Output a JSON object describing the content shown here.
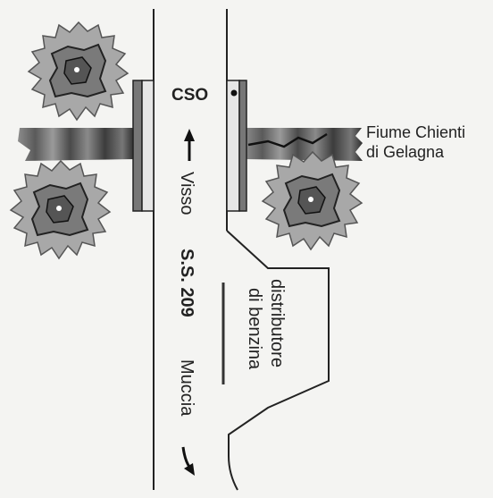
{
  "labels": {
    "station": "CSO",
    "river_line1": "Fiume Chienti",
    "river_line2": "di Gelagna",
    "road_number": "S.S. 209",
    "town_north": "Visso",
    "town_south": "Muccia",
    "fuel_line1": "distributore",
    "fuel_line2": "di benzina"
  },
  "icons": {
    "north_arrow": "arrow-up-icon",
    "south_arrow": "arrow-down-right-icon",
    "tree": "tree-canopy-icon",
    "station_marker": "dot-icon"
  },
  "colors": {
    "background": "#f4f4f2",
    "road_line": "#222222",
    "river_dark": "#3a3a3a",
    "river_mid": "#7a7a7a",
    "tree_leaf": "#9a9a9a",
    "bridge_fill": "#e6e6e6",
    "bridge_rail": "#777777"
  }
}
